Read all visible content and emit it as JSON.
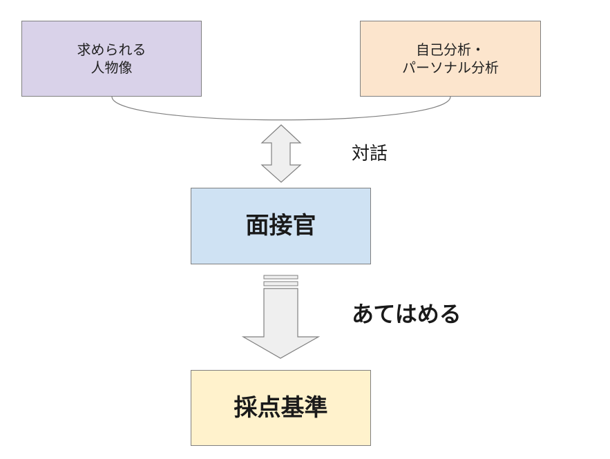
{
  "boxes": {
    "requirements": {
      "label": "求められる\n人物像",
      "fill": "#d9d2e9"
    },
    "self_analysis": {
      "label": "自己分析・\nパーソナル分析",
      "fill": "#fce5cd"
    },
    "interviewer": {
      "label": "面接官",
      "fill": "#cfe2f3"
    },
    "criteria": {
      "label": "採点基準",
      "fill": "#fff2cc"
    }
  },
  "connectors": {
    "dialogue_label": "対話",
    "apply_label": "あてはめる",
    "arrow_fill": "#efefef",
    "stroke": "#7f7f7f"
  }
}
